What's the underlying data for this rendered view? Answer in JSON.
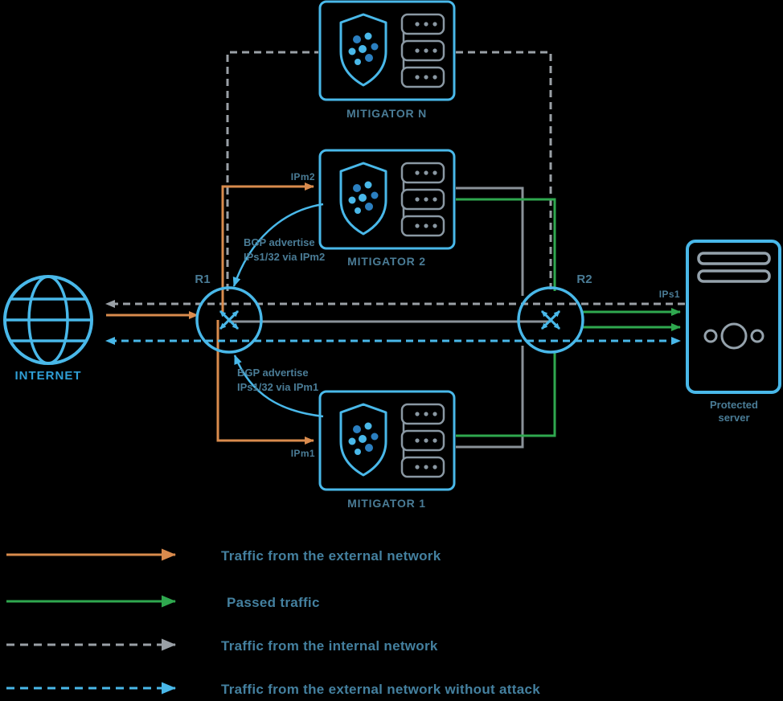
{
  "diagram": {
    "nodes": {
      "internet": {
        "label": "INTERNET"
      },
      "r1": {
        "label": "R1"
      },
      "r2": {
        "label": "R2"
      },
      "mitigator_n": {
        "label": "MITIGATOR N"
      },
      "mitigator_2": {
        "label": "MITIGATOR 2"
      },
      "mitigator_1": {
        "label": "MITIGATOR 1"
      },
      "protected_server": {
        "label_line1": "Protected",
        "label_line2": "server"
      }
    },
    "labels": {
      "ipm2": "IPm2",
      "ipm1": "IPm1",
      "ips1": "IPs1",
      "bgp_top_line1": "BGP advertise",
      "bgp_top_line2": "IPs1/32 via IPm2",
      "bgp_bottom_line1": "BGP advertise",
      "bgp_bottom_line2": "IPs1/32 via IPm1"
    },
    "colors": {
      "node_accent": "#49b8e9",
      "label_text": "#4a7c96",
      "external_traffic": "#d98b4d",
      "passed_traffic": "#2fa84f",
      "internal_traffic": "#9aa0a6",
      "clean_traffic": "#49b8e9"
    }
  },
  "legend": {
    "items": [
      {
        "label": "Traffic from the external network",
        "color": "#d98b4d",
        "style": "solid"
      },
      {
        "label": "Passed traffic",
        "color": "#2fa84f",
        "style": "solid"
      },
      {
        "label": "Traffic from the internal network",
        "color": "#9aa0a6",
        "style": "dashed"
      },
      {
        "label": "Traffic from the external network without attack",
        "color": "#49b8e9",
        "style": "dashed"
      }
    ]
  }
}
